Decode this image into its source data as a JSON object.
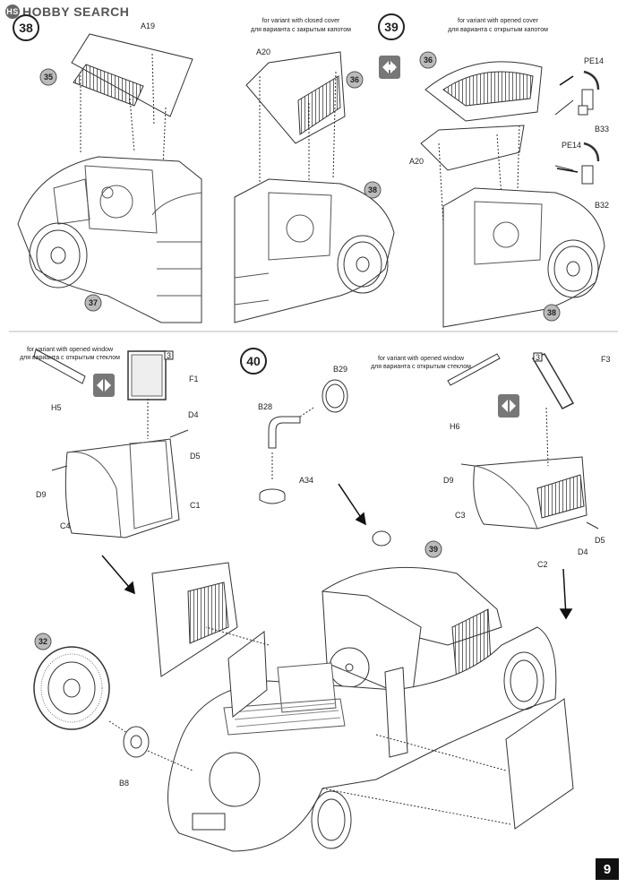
{
  "watermark": {
    "text": "HOBBY SEARCH",
    "mark": "HS"
  },
  "page_number": "9",
  "steps": {
    "s38": "38",
    "s39": "39",
    "s40": "40"
  },
  "refs": {
    "r35": "35",
    "r37": "37",
    "r36a": "36",
    "r38a": "38",
    "r36b": "36",
    "r38b": "38",
    "r39": "39",
    "r32": "32"
  },
  "notes": {
    "closed_en": "for variant with closed cover",
    "closed_ru": "для варианта с закрытым капотом",
    "opened_en": "for variant with opened cover",
    "opened_ru": "для варианта с открытым капотом",
    "win_left_en": "for variant with opened window",
    "win_left_ru": "для варианта с открытым стеклом",
    "win_right_en": "for variant with opened window",
    "win_right_ru": "для варианта с открытым стеклом"
  },
  "parts": {
    "A19": "A19",
    "A20a": "A20",
    "A20b": "A20",
    "PE14a": "PE14",
    "PE14b": "PE14",
    "B33": "B33",
    "B32": "B32",
    "F1": "F1",
    "F3": "F3",
    "box3a": "3",
    "box3b": "3",
    "H5": "H5",
    "H6": "H6",
    "D4a": "D4",
    "D5a": "D5",
    "D9a": "D9",
    "C1": "C1",
    "C4": "C4",
    "D9b": "D9",
    "C3": "C3",
    "D5b": "D5",
    "D4b": "D4",
    "C2": "C2",
    "B29": "B29",
    "B28": "B28",
    "A34": "A34",
    "B8": "B8"
  },
  "icons": [
    "swap-variant-icon"
  ]
}
